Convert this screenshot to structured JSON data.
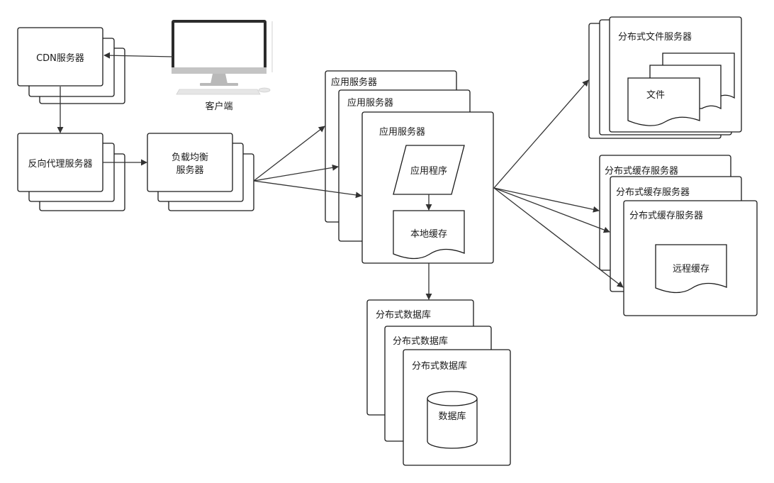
{
  "nodes": {
    "cdn": "CDN服务器",
    "client": "客户端",
    "reverse_proxy": "反向代理服务器",
    "load_balancer_line1": "负载均衡",
    "load_balancer_line2": "服务器",
    "app_server": "应用服务器",
    "app_program": "应用程序",
    "local_cache": "本地缓存",
    "file_server": "分布式文件服务器",
    "file": "文件",
    "cache_server": "分布式缓存服务器",
    "remote_cache": "远程缓存",
    "database_server": "分布式数据库",
    "database": "数据库"
  },
  "colors": {
    "stroke": "#1a1a1a",
    "monitor_frame": "#2b2b2b",
    "monitor_screen": "#ffffff",
    "monitor_stand": "#b9b9b9",
    "keyboard": "#e6e6e6"
  }
}
